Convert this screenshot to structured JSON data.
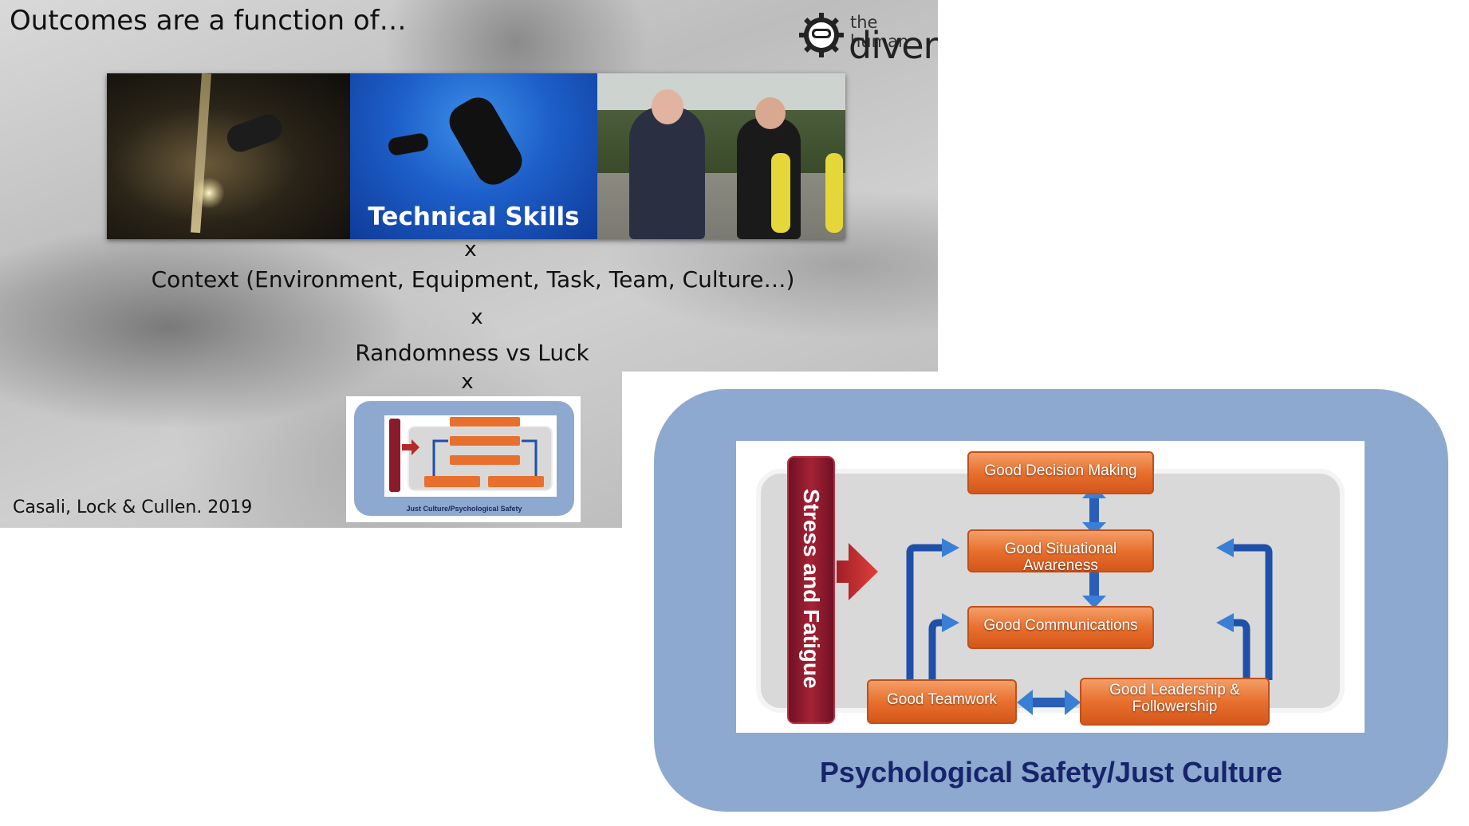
{
  "slide": {
    "title": "Outcomes are a function of…",
    "logo": {
      "small": "the human",
      "big": "diver"
    },
    "photo_caption": "Technical Skills",
    "operator_1": "x",
    "context_line": "Context (Environment, Equipment, Task, Team, Culture…)",
    "operator_2": "x",
    "randomness_line": "Randomness vs Luck",
    "operator_3": "x",
    "citation": "Casali, Lock & Cullen. 2019",
    "thumbnail_title": "Just Culture/Psychological Safety"
  },
  "diagram": {
    "stress": "Stress and Fatigue",
    "decision_making": "Good Decision Making",
    "situational_awareness": "Good Situational Awareness",
    "communications": "Good Communications",
    "teamwork": "Good Teamwork",
    "leadership": "Good Leadership & Followership",
    "frame_title": "Psychological Safety/Just Culture"
  },
  "colors": {
    "orange": "#e8702e",
    "stress_red": "#8b1a2b",
    "arrow_blue": "#1f4fa8",
    "frame_blue": "#8ea9cf",
    "title_navy": "#17246a"
  }
}
